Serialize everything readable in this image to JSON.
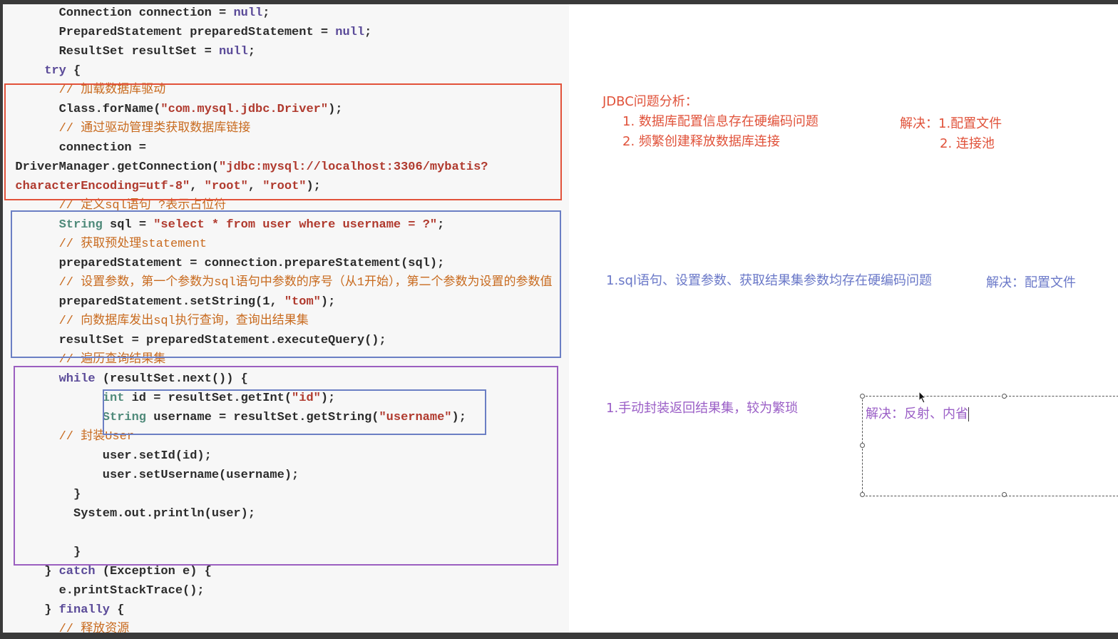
{
  "code": {
    "lines": [
      {
        "indent": 8,
        "segs": [
          {
            "t": "Connection connection = ",
            "c": ""
          },
          {
            "t": "null",
            "c": "kw"
          },
          {
            "t": ";",
            "c": ""
          }
        ]
      },
      {
        "indent": 8,
        "segs": [
          {
            "t": "PreparedStatement preparedStatement = ",
            "c": ""
          },
          {
            "t": "null",
            "c": "kw"
          },
          {
            "t": ";",
            "c": ""
          }
        ]
      },
      {
        "indent": 8,
        "segs": [
          {
            "t": "ResultSet resultSet = ",
            "c": ""
          },
          {
            "t": "null",
            "c": "kw"
          },
          {
            "t": ";",
            "c": ""
          }
        ]
      },
      {
        "indent": 6,
        "segs": [
          {
            "t": "try",
            "c": "kw"
          },
          {
            "t": " {",
            "c": ""
          }
        ]
      },
      {
        "indent": 8,
        "segs": [
          {
            "t": "// 加载数据库驱动",
            "c": "cm"
          }
        ]
      },
      {
        "indent": 8,
        "segs": [
          {
            "t": "Class.forName(",
            "c": ""
          },
          {
            "t": "\"com.mysql.jdbc.Driver\"",
            "c": "str"
          },
          {
            "t": ");",
            "c": ""
          }
        ]
      },
      {
        "indent": 8,
        "segs": [
          {
            "t": "// 通过驱动管理类获取数据库链接",
            "c": "cm"
          }
        ]
      },
      {
        "indent": 8,
        "segs": [
          {
            "t": "connection =",
            "c": ""
          }
        ]
      },
      {
        "indent": 2,
        "segs": [
          {
            "t": "DriverManager.getConnection(",
            "c": ""
          },
          {
            "t": "\"jdbc:mysql://localhost:3306/mybatis?",
            "c": "str"
          }
        ]
      },
      {
        "indent": 2,
        "segs": [
          {
            "t": "characterEncoding=utf-8\"",
            "c": "str"
          },
          {
            "t": ", ",
            "c": ""
          },
          {
            "t": "\"root\"",
            "c": "str"
          },
          {
            "t": ", ",
            "c": ""
          },
          {
            "t": "\"root\"",
            "c": "str"
          },
          {
            "t": ");",
            "c": ""
          }
        ]
      },
      {
        "indent": 8,
        "segs": [
          {
            "t": "// 定义sql语句 ?表示占位符",
            "c": "cm"
          }
        ]
      },
      {
        "indent": 8,
        "segs": [
          {
            "t": "String",
            "c": "type"
          },
          {
            "t": " sql = ",
            "c": ""
          },
          {
            "t": "\"select * from user where username = ?\"",
            "c": "str"
          },
          {
            "t": ";",
            "c": ""
          }
        ]
      },
      {
        "indent": 8,
        "segs": [
          {
            "t": "// 获取预处理statement",
            "c": "cm"
          }
        ]
      },
      {
        "indent": 8,
        "segs": [
          {
            "t": "preparedStatement = connection.prepareStatement(sql);",
            "c": ""
          }
        ]
      },
      {
        "indent": 8,
        "segs": [
          {
            "t": "// 设置参数，第一个参数为sql语句中参数的序号（从1开始），第二个参数为设置的参数值",
            "c": "cm"
          }
        ]
      },
      {
        "indent": 8,
        "segs": [
          {
            "t": "preparedStatement.setString(1, ",
            "c": ""
          },
          {
            "t": "\"tom\"",
            "c": "str"
          },
          {
            "t": ");",
            "c": ""
          }
        ]
      },
      {
        "indent": 8,
        "segs": [
          {
            "t": "// 向数据库发出sql执行查询，查询出结果集",
            "c": "cm"
          }
        ]
      },
      {
        "indent": 8,
        "segs": [
          {
            "t": "resultSet = preparedStatement.executeQuery();",
            "c": ""
          }
        ]
      },
      {
        "indent": 8,
        "segs": [
          {
            "t": "// 遍历查询结果集",
            "c": "cm"
          }
        ]
      },
      {
        "indent": 8,
        "segs": [
          {
            "t": "while",
            "c": "kw"
          },
          {
            "t": " (resultSet.next()) {",
            "c": ""
          }
        ]
      },
      {
        "indent": 14,
        "segs": [
          {
            "t": "int",
            "c": "type"
          },
          {
            "t": " id = resultSet.getInt(",
            "c": ""
          },
          {
            "t": "\"id\"",
            "c": "str"
          },
          {
            "t": ");",
            "c": ""
          }
        ]
      },
      {
        "indent": 14,
        "segs": [
          {
            "t": "String",
            "c": "type"
          },
          {
            "t": " username = resultSet.getString(",
            "c": ""
          },
          {
            "t": "\"username\"",
            "c": "str"
          },
          {
            "t": ");",
            "c": ""
          }
        ]
      },
      {
        "indent": 8,
        "segs": [
          {
            "t": "// 封装User",
            "c": "cm"
          }
        ]
      },
      {
        "indent": 14,
        "segs": [
          {
            "t": "user.setId(id);",
            "c": ""
          }
        ]
      },
      {
        "indent": 14,
        "segs": [
          {
            "t": "user.setUsername(username);",
            "c": ""
          }
        ]
      },
      {
        "indent": 10,
        "segs": [
          {
            "t": "}",
            "c": ""
          }
        ]
      },
      {
        "indent": 10,
        "segs": [
          {
            "t": "System.out.println(user);",
            "c": ""
          }
        ]
      },
      {
        "indent": 10,
        "segs": [
          {
            "t": "",
            "c": ""
          }
        ]
      },
      {
        "indent": 10,
        "segs": [
          {
            "t": "}",
            "c": ""
          }
        ]
      },
      {
        "indent": 6,
        "segs": [
          {
            "t": "} ",
            "c": ""
          },
          {
            "t": "catch",
            "c": "kw"
          },
          {
            "t": " (Exception e) {",
            "c": ""
          }
        ]
      },
      {
        "indent": 8,
        "segs": [
          {
            "t": "e.printStackTrace();",
            "c": ""
          }
        ]
      },
      {
        "indent": 6,
        "segs": [
          {
            "t": "} ",
            "c": ""
          },
          {
            "t": "finally",
            "c": "kw"
          },
          {
            "t": " {",
            "c": ""
          }
        ]
      },
      {
        "indent": 8,
        "segs": [
          {
            "t": "// 释放资源",
            "c": "cm"
          }
        ]
      }
    ]
  },
  "notes": {
    "title": "JDBC问题分析：",
    "issue1": "1. 数据库配置信息存在硬编码问题",
    "issue2": "2. 频繁创建释放数据库连接",
    "solution1a": "解决：1.配置文件",
    "solution1b": "2. 连接池",
    "issue3": "1.sql语句、设置参数、获取结果集参数均存在硬编码问题",
    "solution3": "解决：配置文件",
    "issue4": "1.手动封装返回结果集，较为繁琐",
    "solution4": "解决：反射、内省"
  },
  "colors": {
    "red": "#e0523a",
    "blue": "#6b7fc4",
    "purple": "#9b5fc0"
  }
}
